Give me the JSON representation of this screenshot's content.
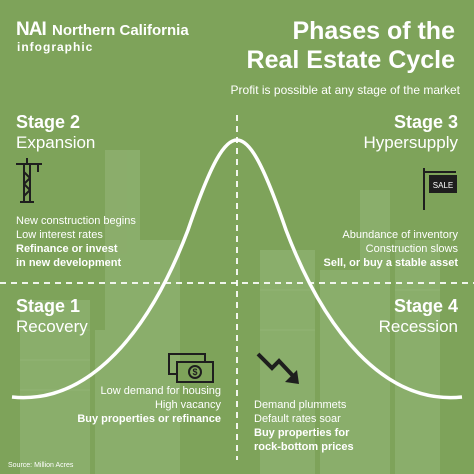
{
  "header": {
    "logo_mark": "NAI",
    "logo_name": "Northern California",
    "logo_sub": "infographic",
    "title_line1": "Phases of the",
    "title_line2": "Real Estate Cycle",
    "subtitle": "Profit is possible at any stage of the market"
  },
  "stages": {
    "stage2": {
      "title": "Stage 2",
      "name": "Expansion",
      "line1": "New construction begins",
      "line2": "Low interest rates",
      "bold1": "Refinance or invest",
      "bold2": "in new development",
      "icon": "crane-icon"
    },
    "stage3": {
      "title": "Stage 3",
      "name": "Hypersupply",
      "line1": "Abundance of inventory",
      "line2": "Construction slows",
      "bold1": "Sell, or buy a stable asset",
      "icon": "sale-sign-icon",
      "sign_text": "SALE"
    },
    "stage1": {
      "title": "Stage 1",
      "name": "Recovery",
      "line1": "Low demand for housing",
      "line2": "High vacancy",
      "bold1": "Buy properties or refinance",
      "icon": "money-icon"
    },
    "stage4": {
      "title": "Stage 4",
      "name": "Recession",
      "line1": "Demand plummets",
      "line2": "Default rates soar",
      "bold1": "Buy properties for",
      "bold2": "rock-bottom prices",
      "icon": "down-trend-arrow-icon"
    }
  },
  "source": "Source: Million Acres",
  "colors": {
    "background": "#7ea35a",
    "text_white": "#ffffff",
    "text_dark": "#1e1e1e",
    "curve": "#ffffff"
  }
}
